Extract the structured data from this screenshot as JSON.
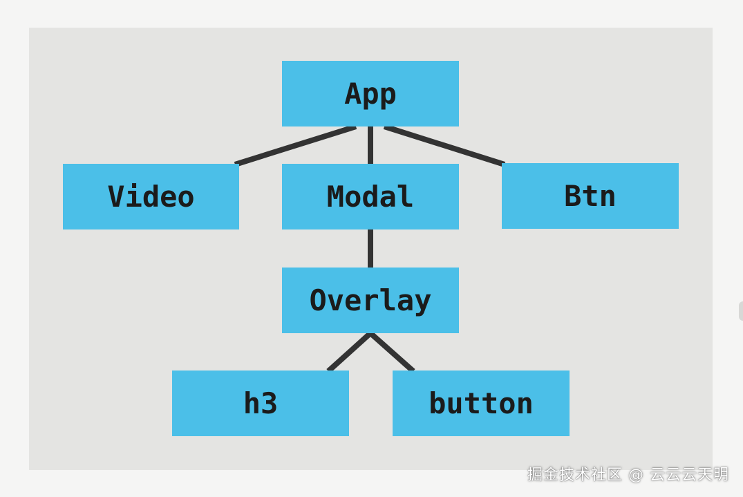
{
  "diagram": {
    "nodes": {
      "app": "App",
      "video": "Video",
      "modal": "Modal",
      "btn": "Btn",
      "overlay": "Overlay",
      "h3": "h3",
      "button": "button"
    },
    "edges": [
      [
        "app",
        "video"
      ],
      [
        "app",
        "modal"
      ],
      [
        "app",
        "btn"
      ],
      [
        "modal",
        "overlay"
      ],
      [
        "overlay",
        "h3"
      ],
      [
        "overlay",
        "button"
      ]
    ],
    "colors": {
      "node_fill": "#4bbfe8",
      "edge": "#333333",
      "panel": "#e4e4e2",
      "text": "#1b1b1b"
    }
  },
  "watermark": "掘金技术社区 @ 云云云天明"
}
